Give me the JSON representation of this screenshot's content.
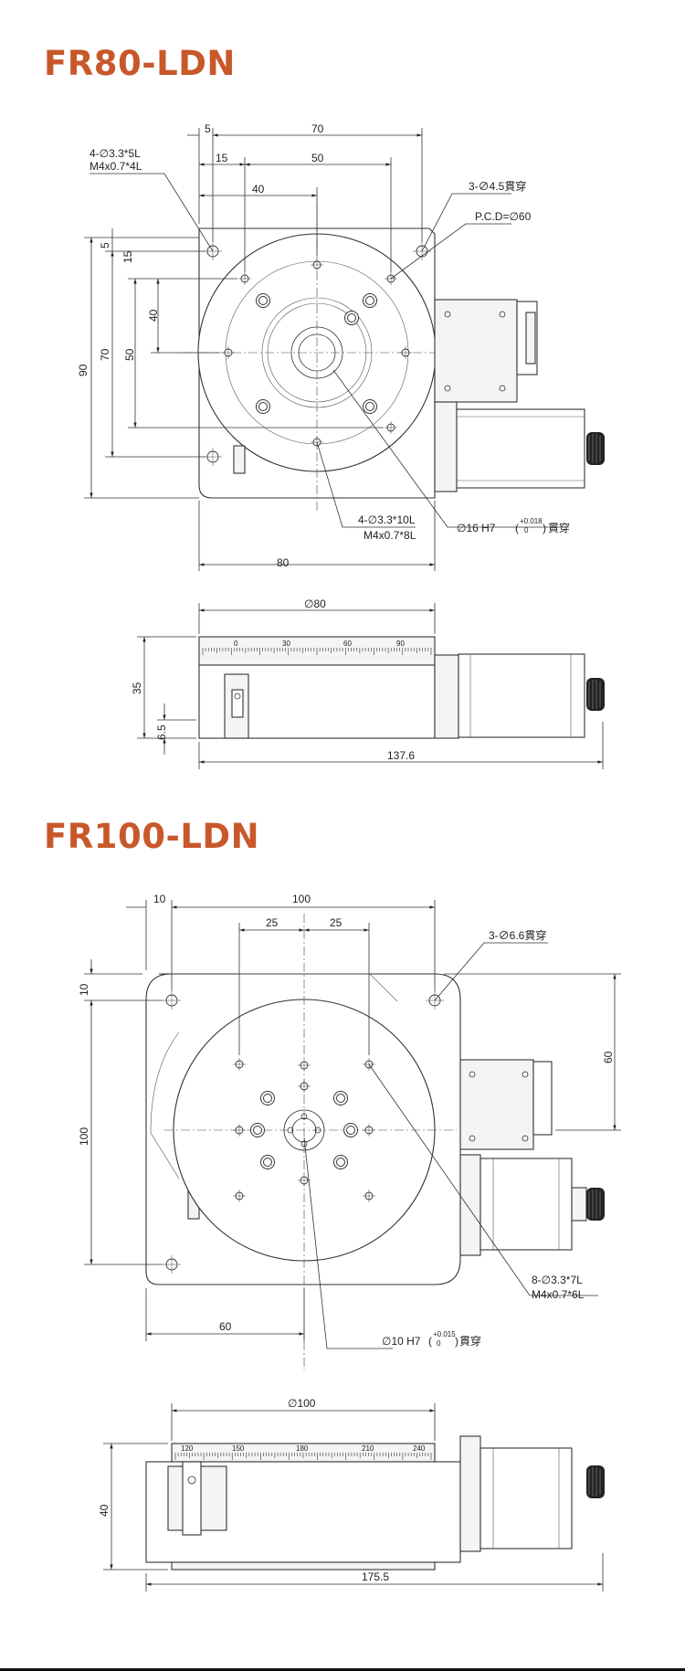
{
  "models": [
    {
      "name": "FR80-LDN",
      "top_view": {
        "dims": {
          "w5": "5",
          "w70": "70",
          "w15": "15",
          "w50": "50",
          "w40": "40",
          "h5": "5",
          "h15": "15",
          "h40": "40",
          "h50": "50",
          "h70": "70",
          "h90": "90",
          "w80": "80"
        },
        "notes": {
          "top_left_line1": "4-∅3.3*5L",
          "top_left_line2": "M4x0.7*4L",
          "through_hole": "3-∅4.5貫穿",
          "pcd": "P.C.D=∅60",
          "bottom_line1": "4-∅3.3*10L",
          "bottom_line2": "M4x0.7*8L",
          "center_hole": "∅16 H7",
          "tol_upper": "+0.018",
          "tol_lower": "0",
          "center_hole_suffix": "貫穿"
        }
      },
      "side_view": {
        "dims": {
          "dia": "∅80",
          "h35": "35",
          "h6_5": "6.5",
          "len": "137.6"
        },
        "scale_labels": [
          "0",
          "30",
          "60",
          "90"
        ]
      }
    },
    {
      "name": "FR100-LDN",
      "top_view": {
        "dims": {
          "w10": "10",
          "w100": "100",
          "w25a": "25",
          "w25b": "25",
          "h10": "10",
          "h100": "100",
          "h60": "60",
          "w60": "60"
        },
        "notes": {
          "through_hole": "3-∅6.6貫穿",
          "right_line1": "8-∅3.3*7L",
          "right_line2": "M4x0.7*6L",
          "center_hole": "∅10 H7",
          "tol_upper": "+0.015",
          "tol_lower": "0",
          "center_hole_suffix": "貫穿"
        }
      },
      "side_view": {
        "dims": {
          "dia": "∅100",
          "h40": "40",
          "len": "175.5"
        },
        "scale_labels": [
          "120",
          "150",
          "180",
          "210",
          "240"
        ]
      }
    }
  ]
}
